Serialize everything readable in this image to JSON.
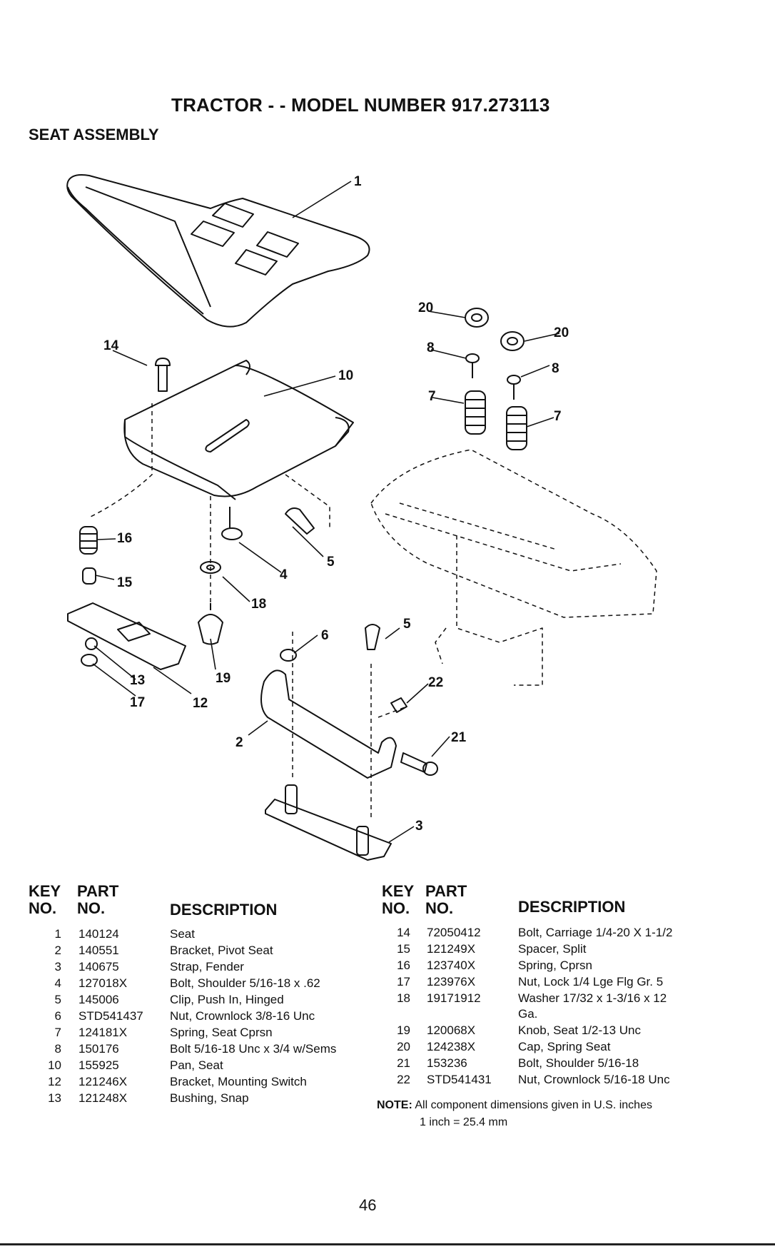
{
  "page": {
    "title": "TRACTOR - - MODEL NUMBER 917.273113",
    "subtitle": "SEAT ASSEMBLY",
    "page_number": "46"
  },
  "table": {
    "headers": {
      "key_line1": "KEY",
      "key_line2": "NO.",
      "part_line1": "PART",
      "part_line2": "NO.",
      "description": "DESCRIPTION"
    },
    "left": [
      {
        "key": "1",
        "part": "140124",
        "desc": "Seat"
      },
      {
        "key": "2",
        "part": "140551",
        "desc": "Bracket, Pivot Seat"
      },
      {
        "key": "3",
        "part": "140675",
        "desc": "Strap, Fender"
      },
      {
        "key": "4",
        "part": "127018X",
        "desc": "Bolt, Shoulder  5/16-18 x .62"
      },
      {
        "key": "5",
        "part": "145006",
        "desc": "Clip, Push In, Hinged"
      },
      {
        "key": "6",
        "part": "STD541437",
        "desc": "Nut, Crownlock  3/8-16 Unc"
      },
      {
        "key": "7",
        "part": "124181X",
        "desc": "Spring, Seat Cprsn"
      },
      {
        "key": "8",
        "part": "150176",
        "desc": "Bolt  5/16-18 Unc x 3/4 w/Sems"
      },
      {
        "key": "10",
        "part": "155925",
        "desc": "Pan, Seat"
      },
      {
        "key": "12",
        "part": "121246X",
        "desc": "Bracket, Mounting Switch"
      },
      {
        "key": "13",
        "part": "121248X",
        "desc": "Bushing, Snap"
      }
    ],
    "right": [
      {
        "key": "14",
        "part": "72050412",
        "desc": "Bolt, Carriage  1/4-20 X 1-1/2",
        "desc2": ""
      },
      {
        "key": "15",
        "part": "121249X",
        "desc": "Spacer, Split",
        "desc2": ""
      },
      {
        "key": "16",
        "part": "123740X",
        "desc": "Spring, Cprsn",
        "desc2": ""
      },
      {
        "key": "17",
        "part": "123976X",
        "desc": "Nut, Lock  1/4 Lge Flg Gr. 5",
        "desc2": ""
      },
      {
        "key": "18",
        "part": "19171912",
        "desc": "Washer  17/32 x 1-3/16 x 12",
        "desc2": "Ga."
      },
      {
        "key": "19",
        "part": "120068X",
        "desc": "Knob, Seat  1/2-13 Unc",
        "desc2": ""
      },
      {
        "key": "20",
        "part": "124238X",
        "desc": "Cap, Spring Seat",
        "desc2": ""
      },
      {
        "key": "21",
        "part": "153236",
        "desc": "Bolt, Shoulder  5/16-18",
        "desc2": ""
      },
      {
        "key": "22",
        "part": "STD541431",
        "desc": "Nut, Crownlock  5/16-18 Unc",
        "desc2": ""
      }
    ]
  },
  "note": {
    "label": "NOTE:",
    "text": "All component dimensions given in U.S. inches",
    "text2": "1 inch = 25.4 mm"
  },
  "callouts": {
    "c1": "1",
    "c2": "2",
    "c3": "3",
    "c4": "4",
    "c5a": "5",
    "c5b": "5",
    "c6": "6",
    "c7a": "7",
    "c7b": "7",
    "c8a": "8",
    "c8b": "8",
    "c10": "10",
    "c12": "12",
    "c13": "13",
    "c14": "14",
    "c15": "15",
    "c16": "16",
    "c17": "17",
    "c18": "18",
    "c19": "19",
    "c20a": "20",
    "c20b": "20",
    "c21": "21",
    "c22": "22"
  }
}
